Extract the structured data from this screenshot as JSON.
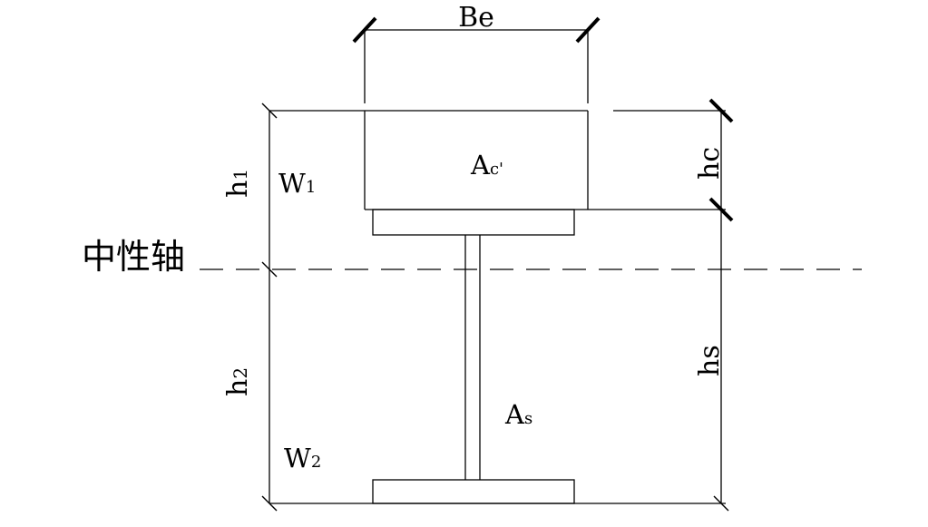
{
  "labels": {
    "be": "Be",
    "ac": "A",
    "ac_sub": "c'",
    "as": "A",
    "as_sub": "s",
    "h1": "h",
    "h1_sub": "1",
    "h2": "h",
    "h2_sub": "2",
    "hc": "hc",
    "hs": "hs",
    "w1": "W",
    "w1_sub": "1",
    "w2": "W",
    "w2_sub": "2",
    "neutral_axis": "中性轴"
  }
}
